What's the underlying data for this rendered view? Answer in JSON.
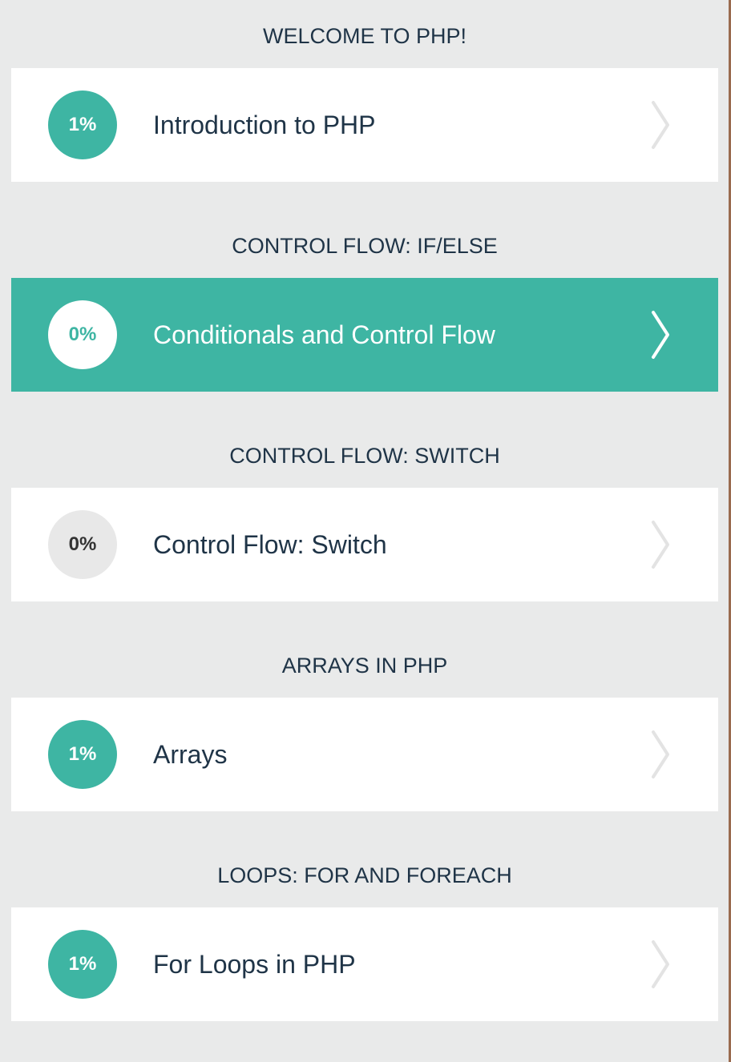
{
  "colors": {
    "background": "#e9eaea",
    "accent": "#3eb5a3",
    "card": "#ffffff",
    "text": "#1f3447",
    "progress_empty": "#e8e8e8",
    "chevron_inactive": "#e3e3e3",
    "chevron_active": "#ffffff"
  },
  "sections": [
    {
      "header": "WELCOME TO PHP!",
      "lesson": {
        "progress": "1%",
        "progress_value": 1,
        "title": "Introduction to PHP",
        "active": false,
        "icon": "chevron-right-icon"
      }
    },
    {
      "header": "CONTROL FLOW: IF/ELSE",
      "lesson": {
        "progress": "0%",
        "progress_value": 0,
        "title": "Conditionals and Control Flow",
        "active": true,
        "icon": "chevron-right-icon"
      }
    },
    {
      "header": "CONTROL FLOW: SWITCH",
      "lesson": {
        "progress": "0%",
        "progress_value": 0,
        "title": "Control Flow: Switch",
        "active": false,
        "icon": "chevron-right-icon"
      }
    },
    {
      "header": "ARRAYS IN PHP",
      "lesson": {
        "progress": "1%",
        "progress_value": 1,
        "title": "Arrays",
        "active": false,
        "icon": "chevron-right-icon"
      }
    },
    {
      "header": "LOOPS: FOR AND FOREACH",
      "lesson": {
        "progress": "1%",
        "progress_value": 1,
        "title": "For Loops in PHP",
        "active": false,
        "icon": "chevron-right-icon"
      }
    }
  ]
}
